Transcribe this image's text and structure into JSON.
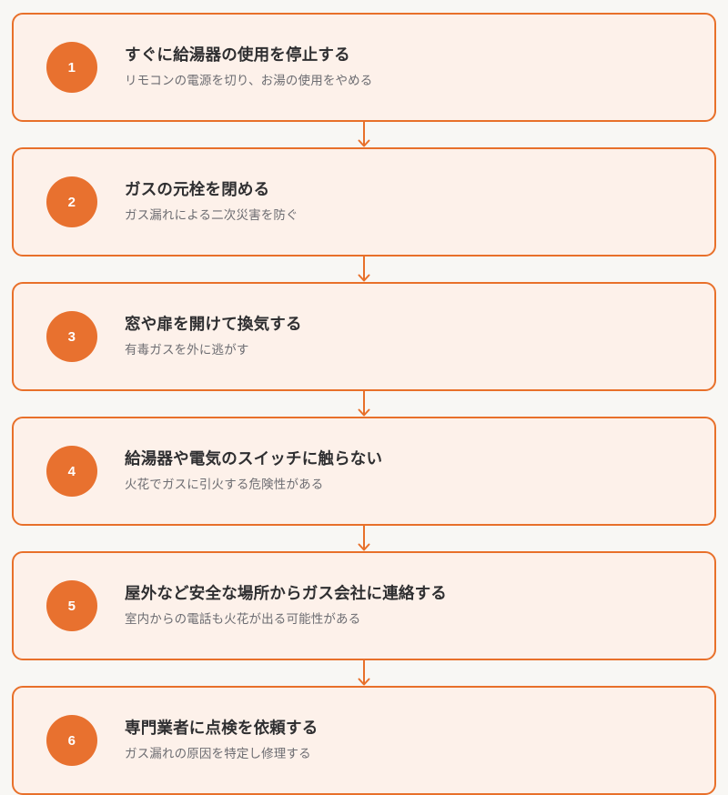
{
  "theme": {
    "page_background": "#f8f7f4",
    "box_background": "#fdf1ea",
    "box_border": "#e8702a",
    "badge_background": "#e8712f",
    "badge_text": "#ffffff",
    "title_text": "#2f2f31",
    "description_text": "#6d6d72",
    "connector": "#e8702a"
  },
  "flow": {
    "type": "vertical-step-flowchart",
    "connector_icon": "arrow-down-icon",
    "steps": [
      {
        "number": "1",
        "title": "すぐに給湯器の使用を停止する",
        "description": "リモコンの電源を切り、お湯の使用をやめる"
      },
      {
        "number": "2",
        "title": "ガスの元栓を閉める",
        "description": "ガス漏れによる二次災害を防ぐ"
      },
      {
        "number": "3",
        "title": "窓や扉を開けて換気する",
        "description": "有毒ガスを外に逃がす"
      },
      {
        "number": "4",
        "title": "給湯器や電気のスイッチに触らない",
        "description": "火花でガスに引火する危険性がある"
      },
      {
        "number": "5",
        "title": "屋外など安全な場所からガス会社に連絡する",
        "description": "室内からの電話も火花が出る可能性がある"
      },
      {
        "number": "6",
        "title": "専門業者に点検を依頼する",
        "description": "ガス漏れの原因を特定し修理する"
      }
    ]
  }
}
